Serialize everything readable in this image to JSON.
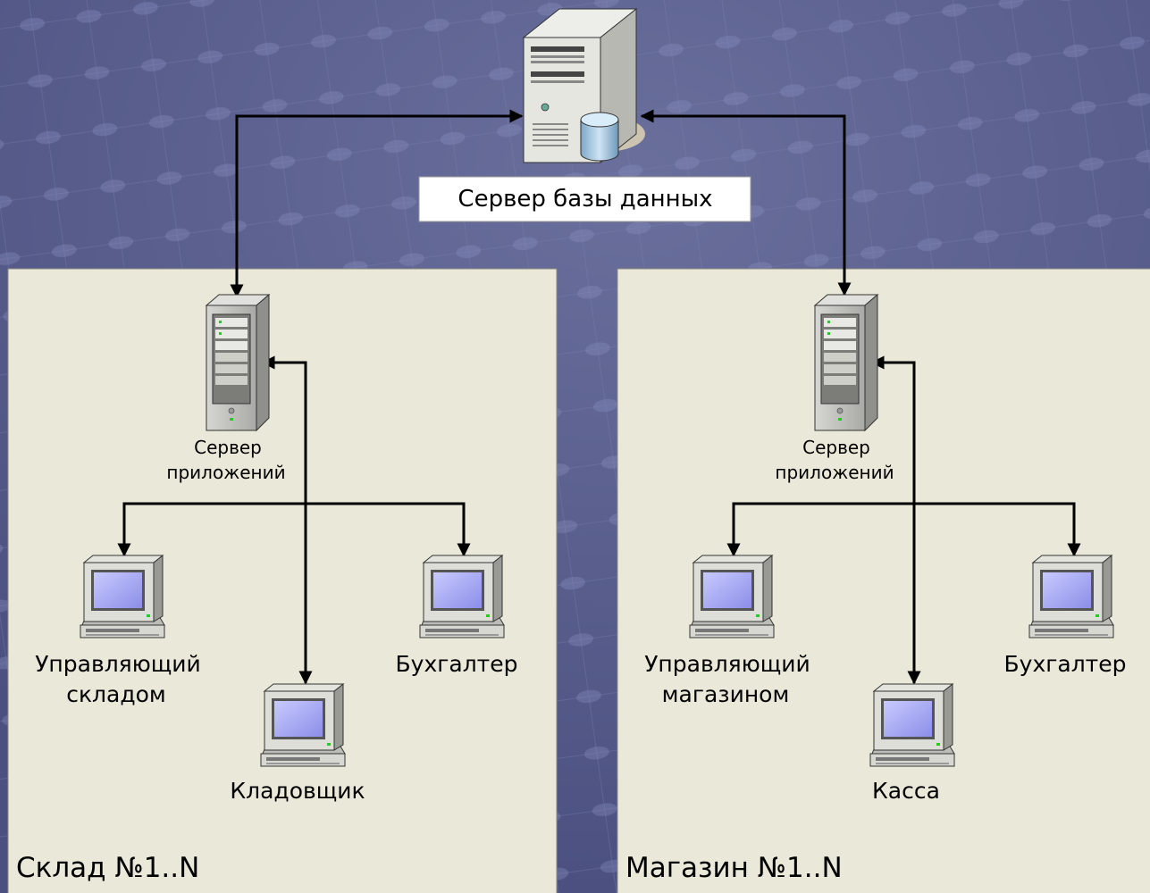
{
  "diagram": {
    "colors": {
      "background": "#555a88",
      "panel": "#eae8d8",
      "connector": "#000000",
      "screen": "#a8aaf0"
    },
    "db_server": {
      "icon": "database-server-icon",
      "label": "Сервер базы данных"
    },
    "warehouse": {
      "title": "Склад №1..N",
      "app_server": {
        "icon": "app-server-icon",
        "label_line1": "Сервер",
        "label_line2": "приложений"
      },
      "clients": [
        {
          "icon": "workstation-icon",
          "label_line1": "Управляющий",
          "label_line2": "складом"
        },
        {
          "icon": "workstation-icon",
          "label_line1": "Кладовщик",
          "label_line2": ""
        },
        {
          "icon": "workstation-icon",
          "label_line1": "Бухгалтер",
          "label_line2": ""
        }
      ]
    },
    "store": {
      "title": "Магазин №1..N",
      "app_server": {
        "icon": "app-server-icon",
        "label_line1": "Сервер",
        "label_line2": "приложений"
      },
      "clients": [
        {
          "icon": "workstation-icon",
          "label_line1": "Управляющий",
          "label_line2": "магазином"
        },
        {
          "icon": "workstation-icon",
          "label_line1": "Касса",
          "label_line2": ""
        },
        {
          "icon": "workstation-icon",
          "label_line1": "Бухгалтер",
          "label_line2": ""
        }
      ]
    }
  }
}
